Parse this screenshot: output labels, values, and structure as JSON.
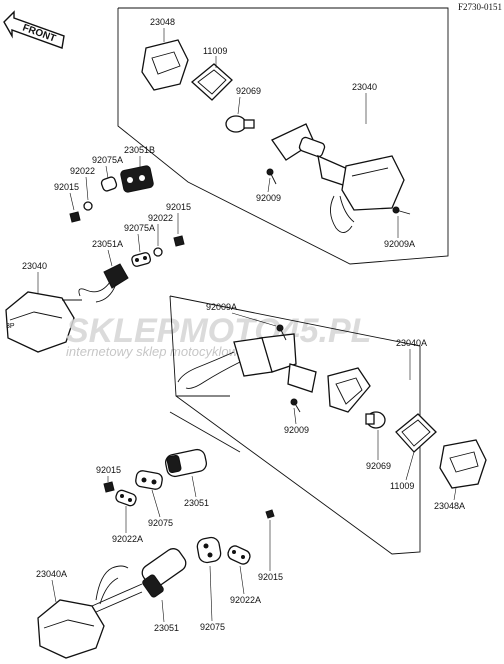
{
  "diagram_code": "F2730-0151",
  "front_label": "FRONT",
  "watermark": {
    "brand": "SKLEPMOTO45.PL",
    "tagline": "internetowy sklep motocyklowy"
  },
  "labels": {
    "upper_23048": "23048",
    "upper_11009": "11009",
    "upper_92069": "92069",
    "upper_23040": "23040",
    "upper_92009": "92009",
    "upper_92009A": "92009A",
    "left_23051B": "23051B",
    "left_92075A_a": "92075A",
    "left_92022_a": "92022",
    "left_92015_a": "92015",
    "left_92015_b": "92015",
    "left_92022_b": "92022",
    "left_92075A_b": "92075A",
    "left_23051A": "23051A",
    "left_23040": "23040",
    "lower_92009A": "92009A",
    "lower_23040A": "23040A",
    "lower_92009": "92009",
    "lower_92069": "92069",
    "lower_11009": "11009",
    "lower_23048A": "23048A",
    "bot_92015_a": "92015",
    "bot_92022A_a": "92022A",
    "bot_92075_a": "92075",
    "bot_23051_a": "23051",
    "bot_92015_b": "92015",
    "bot_92022A_b": "92022A",
    "bot_92075_b": "92075",
    "bot_23040A": "23040A",
    "bot_23051_b": "23051"
  },
  "colors": {
    "ink": "#111111",
    "watermark_brand": "#d5d5d5",
    "watermark_accent": "#f4b6b6",
    "watermark_tagline": "#bdbdbd"
  }
}
